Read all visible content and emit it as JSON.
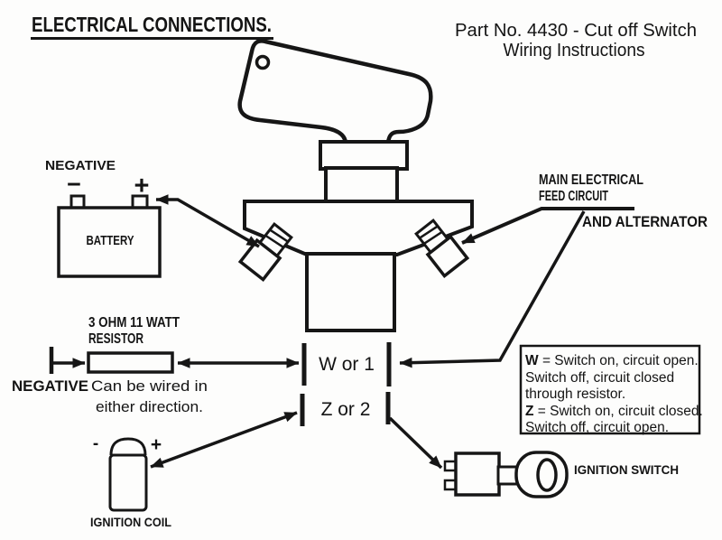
{
  "doc": {
    "title": "ELECTRICAL CONNECTIONS.",
    "part_no_line1": "Part No. 4430 - Cut off Switch",
    "part_no_line2": "Wiring Instructions"
  },
  "battery": {
    "negative": "NEGATIVE",
    "minus": "−",
    "plus": "+",
    "name": "BATTERY"
  },
  "feed": {
    "line1": "MAIN ELECTRICAL",
    "line2": "FEED CIRCUIT",
    "line3": "AND ALTERNATOR"
  },
  "resistor": {
    "spec_line1": "3 OHM 11 WATT",
    "spec_line2": "RESISTOR",
    "negative": "NEGATIVE",
    "note_line1": "Can be wired in",
    "note_line2": "either direction."
  },
  "terminals": {
    "w_label": "W or 1",
    "z_label": "Z or 2"
  },
  "note_box": {
    "l1_prefix": "W",
    "l1_rest": " = Switch on, circuit open.",
    "l2": "Switch off, circuit closed",
    "l3": "through resistor.",
    "l4_prefix": "Z",
    "l4_rest": " = Switch on, circuit closed.",
    "l5": "Switch off, circuit open."
  },
  "coil": {
    "minus": "-",
    "plus": "+",
    "label": "IGNITION COIL"
  },
  "key_switch": {
    "label": "IGNITION SWITCH"
  },
  "colors": {
    "ink": "#161616",
    "paper": "#fdfdfc"
  }
}
